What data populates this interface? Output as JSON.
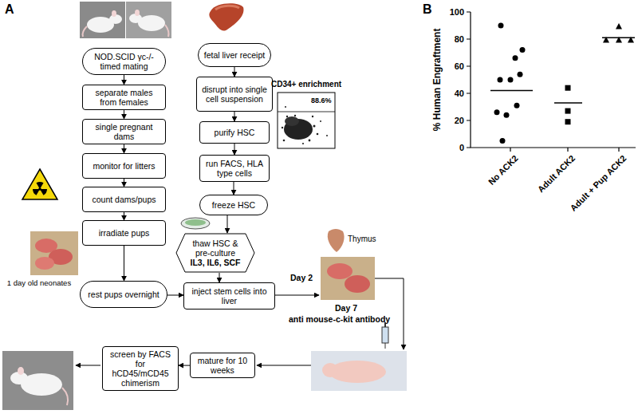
{
  "diagram": {
    "nodes": [
      {
        "text": [
          "NOD.SCID γc-/- timed mating"
        ]
      },
      {
        "text": [
          "separate males from females"
        ]
      },
      {
        "text": [
          "single pregnant dams"
        ]
      },
      {
        "text": [
          "monitor for litters"
        ]
      },
      {
        "text": [
          "count dams/pups"
        ]
      },
      {
        "text": [
          "irradiate pups"
        ]
      },
      {
        "text": [
          "rest pups overnight"
        ]
      },
      {
        "text": [
          "fetal liver receipt"
        ]
      },
      {
        "text": [
          "disrupt into single cell suspension"
        ]
      },
      {
        "text": [
          "purify HSC"
        ]
      },
      {
        "text": [
          "run FACS, HLA type cells"
        ]
      },
      {
        "text": [
          "freeze HSC"
        ]
      },
      {
        "text": [
          "thaw HSC & pre-culture",
          "IL3, IL6, SCF"
        ]
      },
      {
        "text": [
          "inject stem cells into liver"
        ]
      },
      {
        "text": [
          "mature for 10 weeks"
        ]
      },
      {
        "text": [
          "screen by FACS for hCD45/mCD45 chimerism"
        ]
      }
    ],
    "edges": [
      {
        "from": 0,
        "to": 1,
        "arrow": "to"
      },
      {
        "from": 1,
        "to": 2,
        "arrow": "to"
      },
      {
        "from": 2,
        "to": 3,
        "arrow": "to"
      },
      {
        "from": 3,
        "to": 4,
        "arrow": "to"
      },
      {
        "from": 4,
        "to": 5,
        "arrow": "to"
      },
      {
        "from": 5,
        "to": 6,
        "arrow": "to"
      },
      {
        "from": 6,
        "to": 13,
        "arrow": "to"
      },
      {
        "from": 7,
        "to": 8,
        "arrow": "to"
      },
      {
        "from": 8,
        "to": 9,
        "arrow": "to"
      },
      {
        "from": 9,
        "to": 10,
        "arrow": "to"
      },
      {
        "from": 10,
        "to": 11,
        "arrow": "to"
      },
      {
        "from": 11,
        "to": 12,
        "arrow": "to"
      },
      {
        "from": 12,
        "to": 13,
        "arrow": "to"
      },
      {
        "from": 14,
        "to": 15,
        "arrow": "to"
      }
    ],
    "labels": [
      "A",
      "CD34+ enrichment",
      "88.6%",
      "1 day old neonates",
      "Thymus",
      "Day 2",
      "Day 7",
      "anti mouse-c-kit antibody",
      "B",
      "% Human Engraftment",
      "100",
      "80",
      "60",
      "40",
      "20",
      "0",
      "No ACK2",
      "Adult ACK2",
      "Adult + Pup ACK2"
    ]
  }
}
